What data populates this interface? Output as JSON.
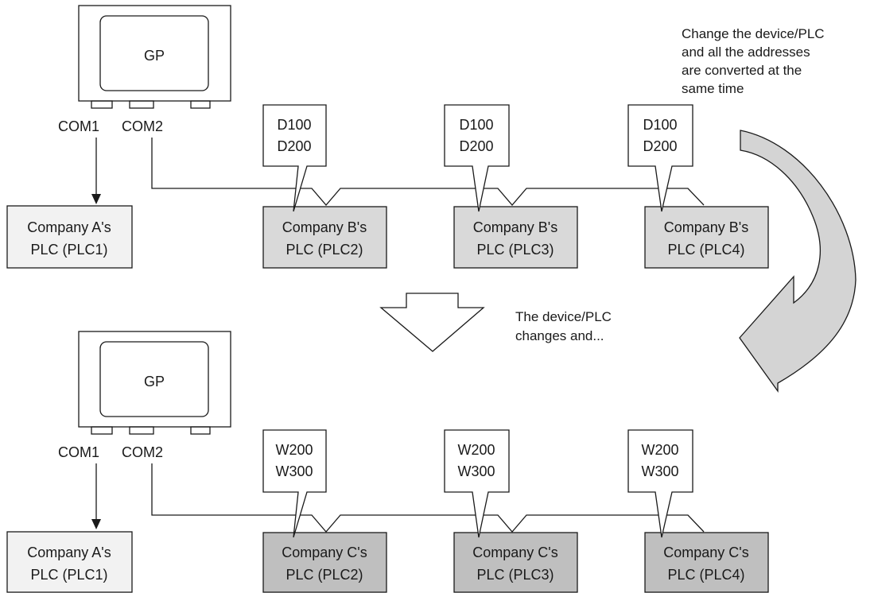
{
  "top": {
    "gp_label": "GP",
    "com1": "COM1",
    "com2": "COM2",
    "plc1": {
      "line1": "Company A's",
      "line2": "PLC (PLC1)"
    },
    "plcs": [
      {
        "line1": "Company B's",
        "line2": "PLC (PLC2)"
      },
      {
        "line1": "Company B's",
        "line2": "PLC (PLC3)"
      },
      {
        "line1": "Company B's",
        "line2": "PLC (PLC4)"
      }
    ],
    "callouts": [
      {
        "line1": "D100",
        "line2": "D200"
      },
      {
        "line1": "D100",
        "line2": "D200"
      },
      {
        "line1": "D100",
        "line2": "D200"
      }
    ]
  },
  "bottom": {
    "gp_label": "GP",
    "com1": "COM1",
    "com2": "COM2",
    "plc1": {
      "line1": "Company A's",
      "line2": "PLC (PLC1)"
    },
    "plcs": [
      {
        "line1": "Company C's",
        "line2": "PLC (PLC2)"
      },
      {
        "line1": "Company C's",
        "line2": "PLC (PLC3)"
      },
      {
        "line1": "Company C's",
        "line2": "PLC (PLC4)"
      }
    ],
    "callouts": [
      {
        "line1": "W200",
        "line2": "W300"
      },
      {
        "line1": "W200",
        "line2": "W300"
      },
      {
        "line1": "W200",
        "line2": "W300"
      }
    ]
  },
  "notes": {
    "change_note": [
      "Change the device/PLC",
      "and all the addresses",
      "are converted at the",
      "same time"
    ],
    "transition_note": [
      "The device/PLC",
      "changes and..."
    ]
  },
  "colors": {
    "plc_a_fill": "#f2f2f2",
    "plc_b_fill": "#d9d9d9",
    "plc_c_fill": "#bfbfbf",
    "curved_arrow_fill": "#d4d4d4"
  }
}
